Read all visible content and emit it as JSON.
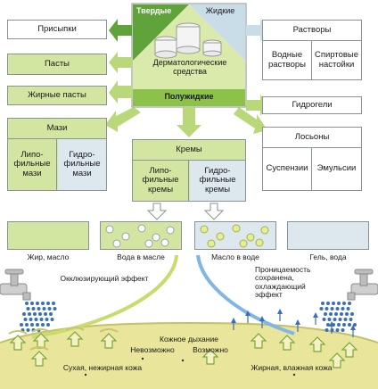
{
  "center": {
    "solid": "Твердые",
    "liquid": "Жидкие",
    "dermatological": "Дерматологические средства",
    "semisolid": "Полужидкие"
  },
  "left": {
    "powders": "Присыпки",
    "pastes": "Пасты",
    "fatty_pastes": "Жирные пасты",
    "ointments": "Мази",
    "lipophilic_ointments": "Липо-фильные мази",
    "hydrophilic_ointments": "Гидро-фильные мази"
  },
  "right": {
    "solutions": "Растворы",
    "aqueous_solutions": "Водные растворы",
    "alcohol_tinctures": "Спиртовые настойки",
    "hydrogels": "Гидрогели",
    "lotions": "Лосьоны",
    "suspensions": "Суспензии",
    "emulsions": "Эмульсии"
  },
  "creams": {
    "title": "Кремы",
    "lipophilic": "Липо-фильные кремы",
    "hydrophilic": "Гидро-фильные кремы"
  },
  "bases": {
    "fat_oil": "Жир, масло",
    "water_in_oil": "Вода в масле",
    "oil_in_water": "Масло в воде",
    "gel_water": "Гель, вода"
  },
  "effects": {
    "occlusive": "Окклюзирующий эффект",
    "permeability": "Проницаемость сохранена, охлаждающий эффект"
  },
  "skin": {
    "respiration": "Кожное дыхание",
    "impossible": "Невозможно",
    "possible": "Возможно",
    "dry": "Сухая, нежирная кожа",
    "oily": "Жирная, влажная кожа"
  },
  "colors": {
    "green": "#d2e6a2",
    "dark_green": "#5fa33a",
    "blue": "#dde7ee",
    "water_blue": "#3a6fb5",
    "skin": "#e6e39a"
  }
}
